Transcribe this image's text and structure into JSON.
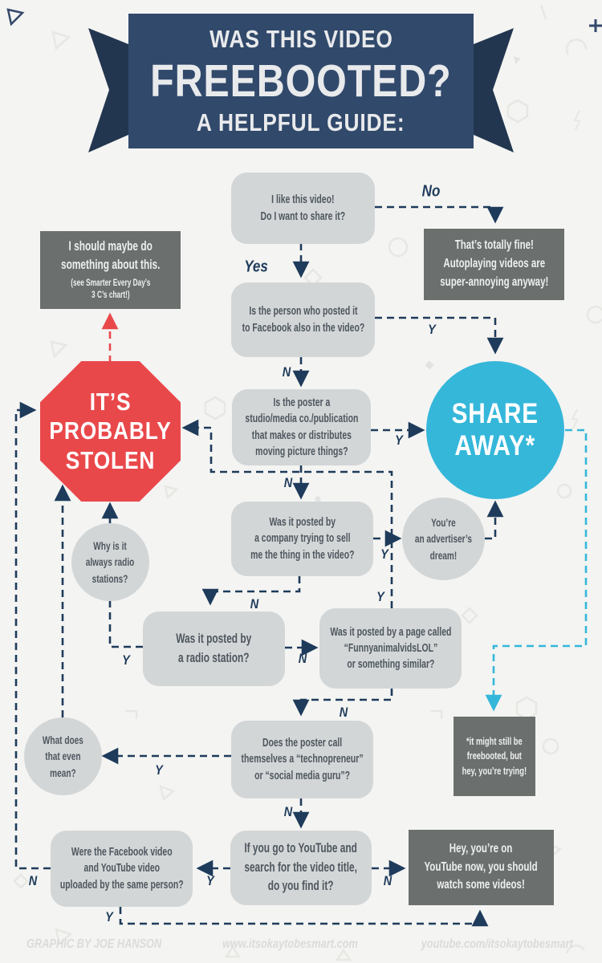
{
  "title": {
    "line1": "WAS THIS VIDEO",
    "line2": "FREEBOOTED?",
    "line3": "A HELPFUL GUIDE:"
  },
  "nodes": {
    "like_video": {
      "text": "I like this video!\nDo I want to share it?"
    },
    "totally_fine": {
      "text": "That’s totally fine!\nAutoplaying videos are\nsuper-annoying anyway!"
    },
    "in_video": {
      "text": "Is the person who posted it\nto Facebook also in the video?"
    },
    "studio": {
      "text": "Is the poster a\nstudio/media co./publication\nthat makes or distributes\nmoving picture things?"
    },
    "do_something": {
      "text": "I should maybe do\nsomething about this.",
      "subtext": "(see Smarter Every Day’s\n3 C’s chart!)"
    },
    "stolen": {
      "text": "IT’S\nPROBABLY\nSTOLEN"
    },
    "share_away": {
      "text": "SHARE\nAWAY*"
    },
    "company_sell": {
      "text": "Was it posted by\na company trying to sell\nme the thing in the video?"
    },
    "advertisers_dream": {
      "text": "You’re\nan advertiser’s\ndream!"
    },
    "radio_always": {
      "text": "Why is it\nalways radio\nstations?"
    },
    "radio_station": {
      "text": "Was it posted by\na radio station?"
    },
    "funny_page": {
      "text": "Was it posted by a page called\n“FunnyanimalvidsLOL”\nor something similar?"
    },
    "what_mean": {
      "text": "What does\nthat even\nmean?"
    },
    "technopreneur": {
      "text": "Does the poster call\nthemselves a “technopreneur”\nor “social media guru”?"
    },
    "still_freebooted": {
      "text": "*it might still be\nfreebooted, but\nhey, you’re trying!"
    },
    "youtube_search": {
      "text": "If you go to YouTube and\nsearch for the video title,\ndo you find it?"
    },
    "same_person": {
      "text": "Were the Facebook video\nand YouTube video\nuploaded by the same person?"
    },
    "watch_videos": {
      "text": "Hey, you’re on\nYouTube now, you should\nwatch some videos!"
    }
  },
  "edge_labels": {
    "no": "No",
    "yes": "Yes",
    "y": "Y",
    "n": "N"
  },
  "footer": {
    "credit": "GRAPHIC BY JOE HANSON",
    "site": "www.itsokaytobesmart.com",
    "youtube": "youtube.com/itsokaytobesmart"
  },
  "colors": {
    "banner_navy": "#31496b",
    "banner_fold": "#233650",
    "stop_red": "#e9484b",
    "share_blue": "#35b7da",
    "box_gray": "#d3d6d7",
    "dark_box_gray": "#6b6f6e",
    "line_navy": "#1e3b5b",
    "background": "#f4f4f2"
  }
}
